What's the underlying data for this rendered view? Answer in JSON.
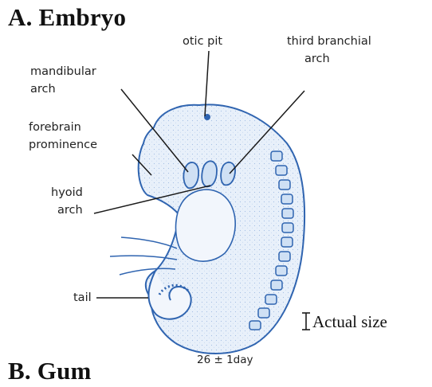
{
  "panel_a_heading": "A. Embryo",
  "panel_b_heading": "B. Gum",
  "labels": {
    "otic_pit": "otic pit",
    "third_branchial_arch": [
      "third branchial",
      "arch"
    ],
    "mandibular_arch": [
      "mandibular",
      "arch"
    ],
    "forebrain_prominence": [
      "forebrain",
      "prominence"
    ],
    "hyoid_arch": [
      "hyoid",
      "arch"
    ],
    "tail": "tail"
  },
  "scale_bar_label": "Actual size",
  "age_caption": "26 ± 1day",
  "colors": {
    "embryo_outline": "#2f64b0",
    "embryo_fill": "#e8f0fa",
    "leader_line": "#1a1a1a"
  }
}
